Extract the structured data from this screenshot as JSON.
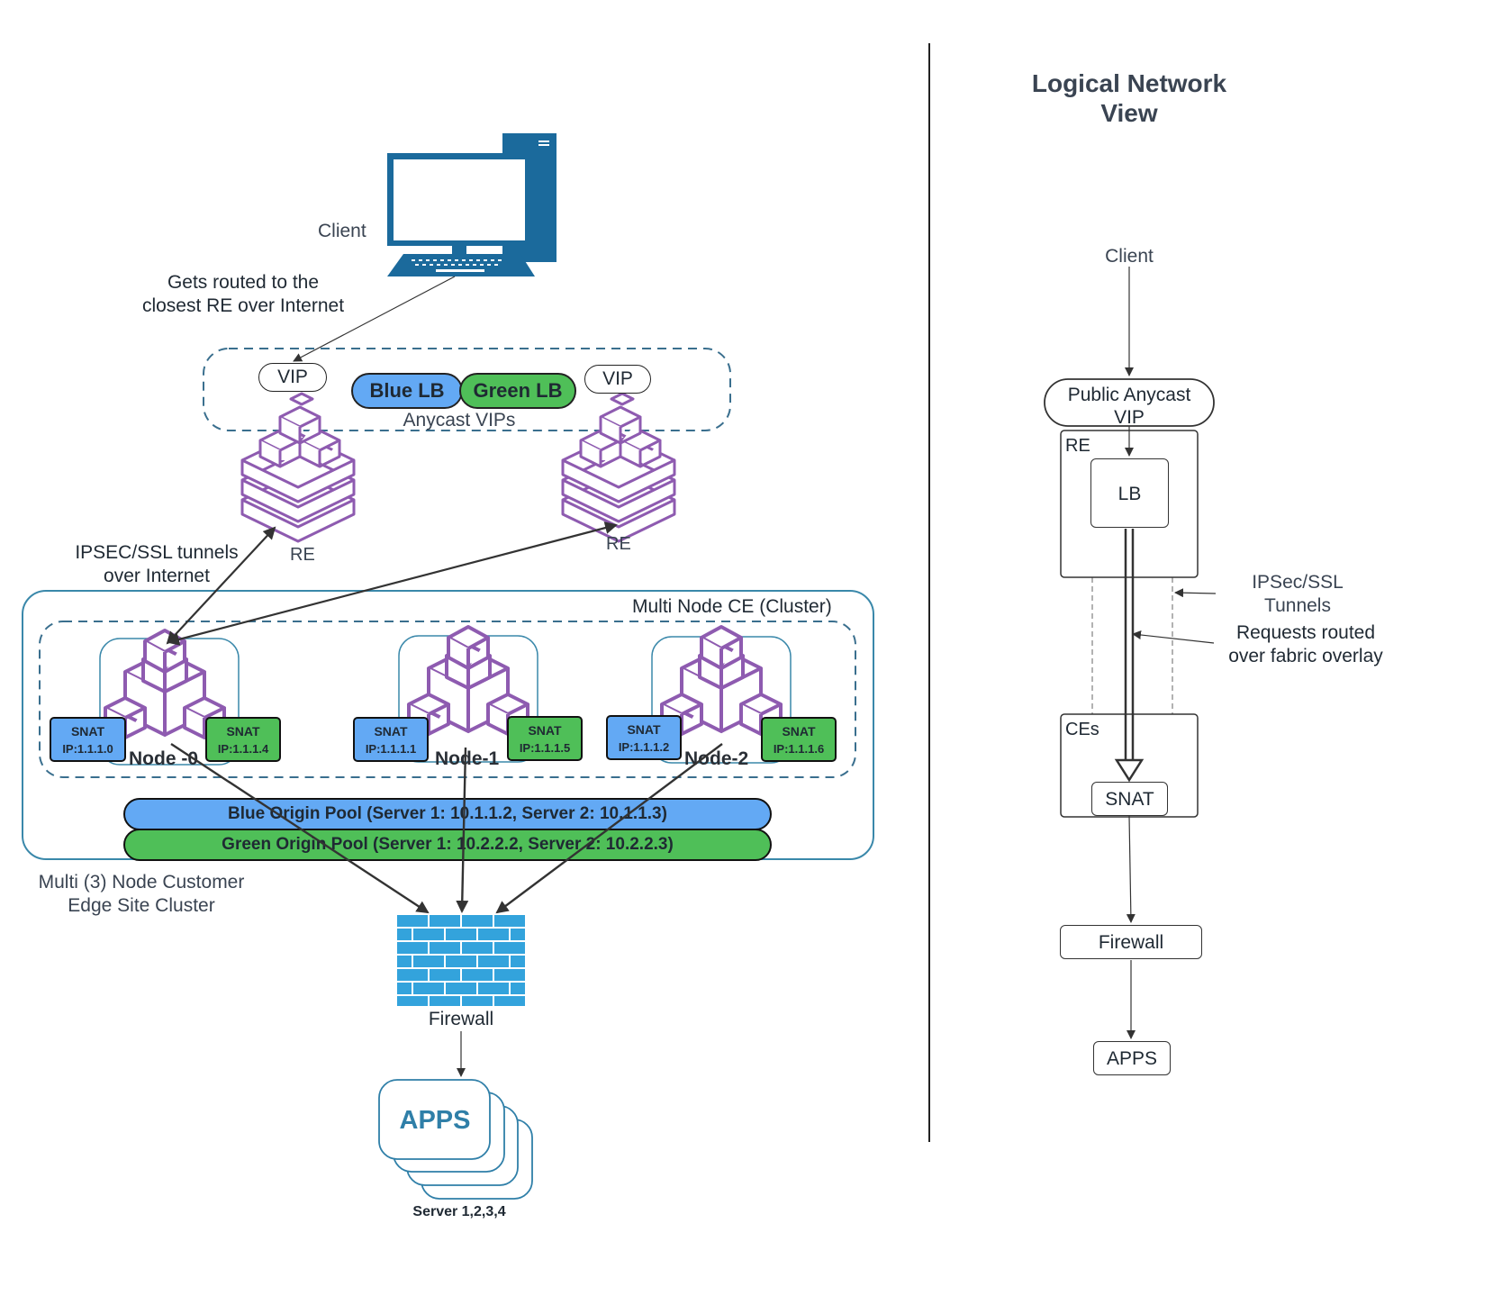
{
  "colors": {
    "blue_fill": "#63a9f4",
    "green_fill": "#4fbf58",
    "node_purple": "#8e5bb0",
    "client_blue": "#1b6a9c",
    "firewall_blue": "#33a3dc",
    "apps_teal": "#2f7fa8",
    "cluster_border": "#3a88aa"
  },
  "left": {
    "client_label": "Client",
    "routing_note_line1": "Gets routed to the",
    "routing_note_line2": "closest RE over Internet",
    "vip_left": "VIP",
    "vip_right": "VIP",
    "blue_lb": "Blue LB",
    "green_lb": "Green LB",
    "anycast_label": "Anycast VIPs",
    "re_left": "RE",
    "re_right": "RE",
    "tunnels_line1": "IPSEC/SSL tunnels",
    "tunnels_line2": "over Internet",
    "cluster_title": "Multi Node CE (Cluster)",
    "nodes": [
      {
        "name": "Node -0",
        "snat_blue_title": "SNAT",
        "snat_blue_ip": "IP:1.1.1.0",
        "snat_green_title": "SNAT",
        "snat_green_ip": "IP:1.1.1.4"
      },
      {
        "name": "Node-1",
        "snat_blue_title": "SNAT",
        "snat_blue_ip": "IP:1.1.1.1",
        "snat_green_title": "SNAT",
        "snat_green_ip": "IP:1.1.1.5"
      },
      {
        "name": "Node-2",
        "snat_blue_title": "SNAT",
        "snat_blue_ip": "IP:1.1.1.2",
        "snat_green_title": "SNAT",
        "snat_green_ip": "IP:1.1.1.6"
      }
    ],
    "blue_pool": "Blue Origin Pool (Server 1: 10.1.1.2,  Server 2: 10.1.1.3)",
    "green_pool": "Green Origin Pool (Server 1: 10.2.2.2,  Server 2: 10.2.2.3)",
    "cluster_caption_line1": "Multi (3) Node  Customer",
    "cluster_caption_line2": "Edge  Site Cluster",
    "firewall_label": "Firewall",
    "apps_label": "APPS",
    "servers_label": "Server 1,2,3,4"
  },
  "right": {
    "title_line1": "Logical Network",
    "title_line2": "View",
    "client": "Client",
    "public_vip_line1": "Public Anycast",
    "public_vip_line2": "VIP",
    "re": "RE",
    "lb": "LB",
    "tunnels_line1": "IPSec/SSL",
    "tunnels_line2": "Tunnels",
    "overlay_line1": "Requests routed",
    "overlay_line2": "over fabric overlay",
    "ces": "CEs",
    "snat": "SNAT",
    "firewall": "Firewall",
    "apps": "APPS"
  }
}
